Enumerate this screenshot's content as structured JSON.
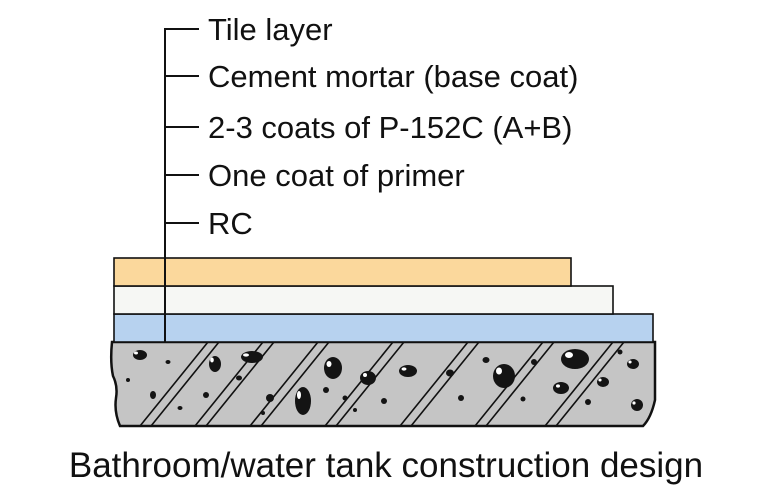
{
  "title": "Bathroom/water tank construction design",
  "layers": [
    {
      "label": "Tile layer",
      "color": "#FBD89C"
    },
    {
      "label": "Cement mortar (base coat)",
      "color": "#F6F7F4"
    },
    {
      "label": "2-3 coats of P-152C (A+B)",
      "color": "#B7D2EF"
    },
    {
      "label": "One coat of primer",
      "color": ""
    },
    {
      "label": "RC",
      "color": "#C5C5C5"
    }
  ]
}
